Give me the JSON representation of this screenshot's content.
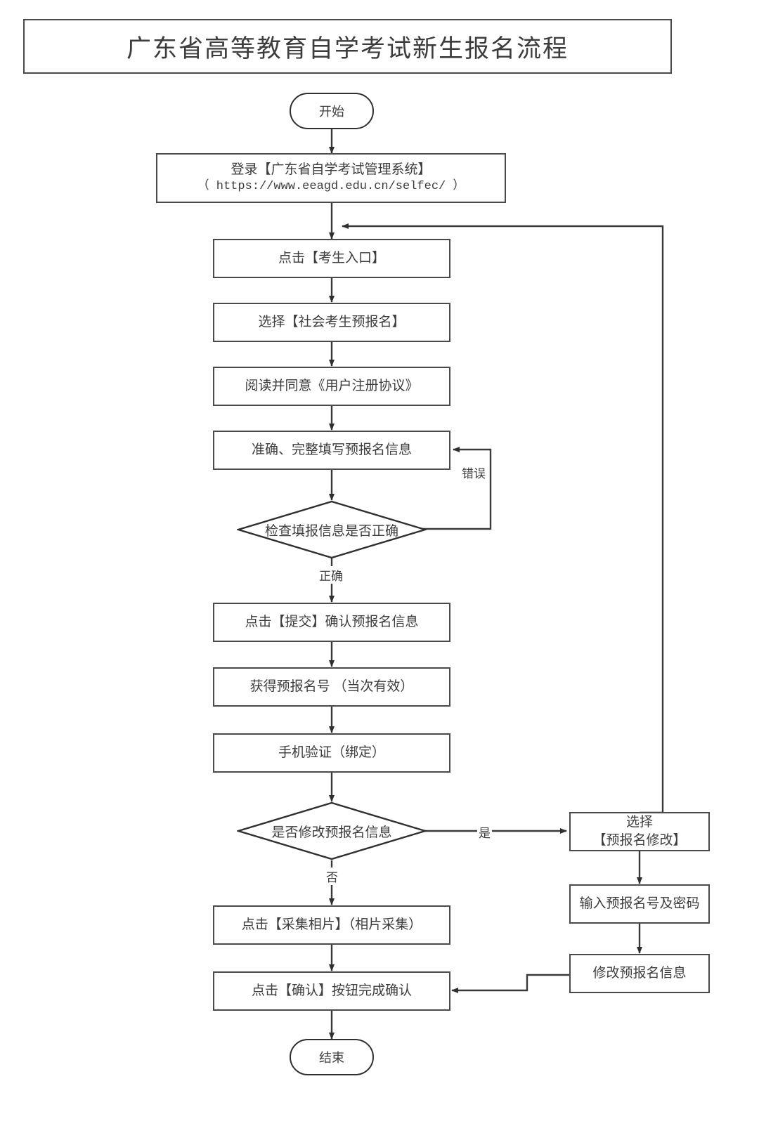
{
  "title": "广东省高等教育自学考试新生报名流程",
  "flow": {
    "start": "开始",
    "end": "结束",
    "login_line1": "登录【广东省自学考试管理系统】",
    "login_line2": "（ https://www.eeagd.edu.cn/selfec/ ）",
    "step_examinee_entry": "点击【考生入口】",
    "step_select_preregister": "选择【社会考生预报名】",
    "step_agreement": "阅读并同意《用户注册协议》",
    "step_fill_info": "准确、完整填写预报名信息",
    "decision_check_info": "检查填报信息是否正确",
    "step_submit": "点击【提交】确认预报名信息",
    "step_get_number": "获得预报名号 （当次有效）",
    "step_phone_verify": "手机验证（绑定）",
    "decision_modify": "是否修改预报名信息",
    "step_collect_photo": "点击【采集相片】（相片采集）",
    "step_confirm": "点击【确认】按钮完成确认",
    "branch_select_modify_l1": "选择",
    "branch_select_modify_l2": "【预报名修改】",
    "branch_input_credentials": "输入预报名号及密码",
    "branch_modify_info": "修改预报名信息"
  },
  "edge_labels": {
    "error": "错误",
    "correct": "正确",
    "yes": "是",
    "no": "否"
  },
  "colors": {
    "stroke": "#4a4a4a",
    "stroke_dark": "#2f2f2f",
    "text": "#3c3c3c",
    "background": "#ffffff"
  }
}
